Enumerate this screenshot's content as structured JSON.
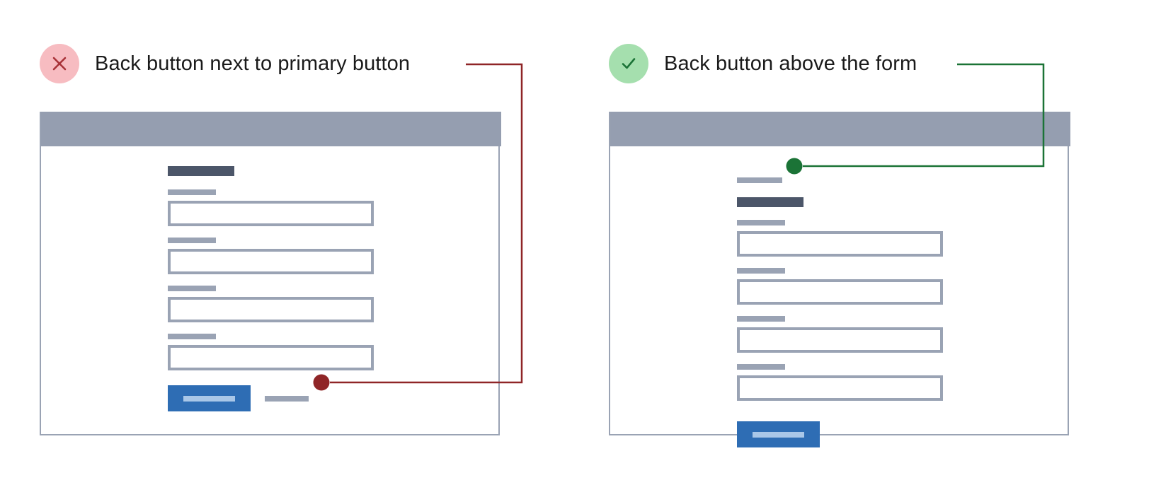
{
  "examples": [
    {
      "id": "dont",
      "status": "bad",
      "icon": "x-icon",
      "badge_color": "#f7bcc1",
      "icon_color": "#a83238",
      "caption": "Back button next to primary button",
      "annotation_color": "#8f2527",
      "annotation_target": "back-link-beside-primary-button",
      "panel": {
        "header_label": "browser-chrome-bar",
        "has_back_link_above_form": false,
        "form_title": "form-title-placeholder",
        "fields": [
          {
            "label": "field-label-placeholder",
            "value": ""
          },
          {
            "label": "field-label-placeholder",
            "value": ""
          },
          {
            "label": "field-label-placeholder",
            "value": ""
          },
          {
            "label": "field-label-placeholder",
            "value": ""
          }
        ],
        "primary_button": "primary-button-placeholder",
        "back_link": "back-link-placeholder"
      }
    },
    {
      "id": "do",
      "status": "good",
      "icon": "check-icon",
      "badge_color": "#a5dfae",
      "icon_color": "#1b7336",
      "caption": "Back button above the form",
      "annotation_color": "#1b7336",
      "annotation_target": "back-link-above-form",
      "panel": {
        "header_label": "browser-chrome-bar",
        "has_back_link_above_form": true,
        "back_link": "back-link-placeholder",
        "form_title": "form-title-placeholder",
        "fields": [
          {
            "label": "field-label-placeholder",
            "value": ""
          },
          {
            "label": "field-label-placeholder",
            "value": ""
          },
          {
            "label": "field-label-placeholder",
            "value": ""
          },
          {
            "label": "field-label-placeholder",
            "value": ""
          }
        ],
        "primary_button": "primary-button-placeholder"
      }
    }
  ],
  "colors": {
    "header_bar": "#959eb0",
    "panel_border": "#9aa3b4",
    "wireframe_label": "#9aa3b4",
    "wireframe_title": "#4c5669",
    "primary_button": "#2e6db4",
    "primary_button_label": "#a9c7e8",
    "bad_accent": "#8f2527",
    "good_accent": "#1b7336",
    "bad_badge": "#f7bcc1",
    "good_badge": "#a5dfae",
    "page_background": "#ffffff"
  }
}
